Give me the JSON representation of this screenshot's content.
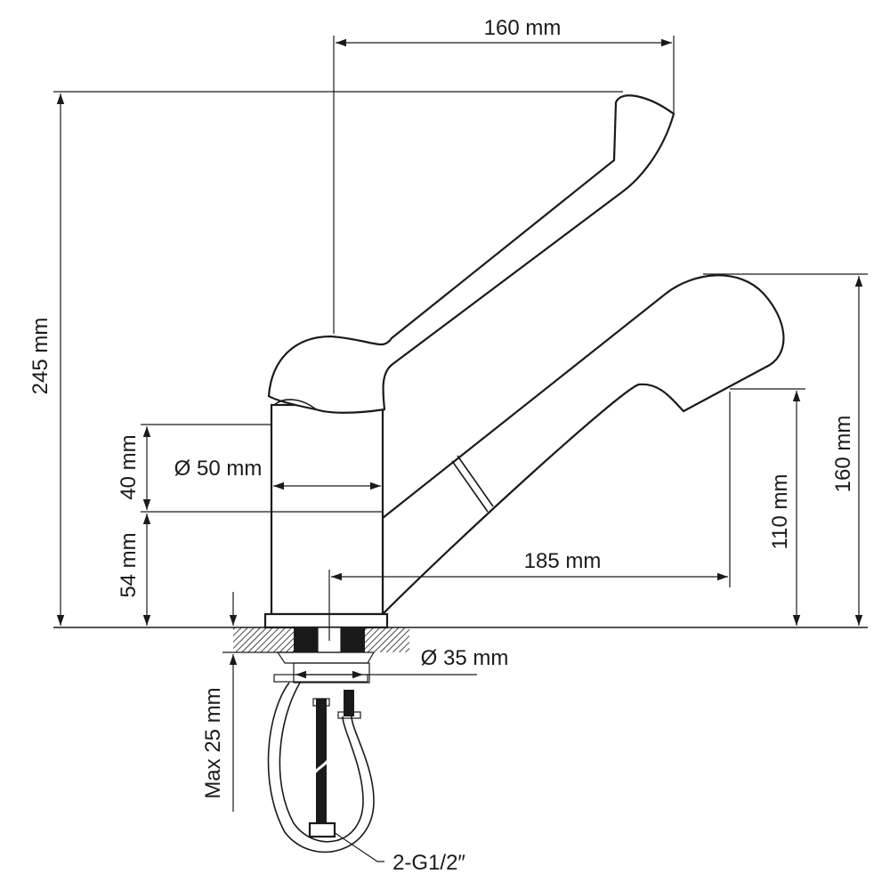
{
  "dimensions": {
    "lever_reach": "160 mm",
    "total_height": "245 mm",
    "spout_height": "160 mm",
    "outlet_height": "110 mm",
    "spout_reach": "185 mm",
    "body_diameter": "Ø 50 mm",
    "upper_body_height": "40 mm",
    "lower_body_height": "54 mm",
    "mount_hole_diameter": "Ø 35 mm",
    "max_counter_thickness": "Max 25 mm",
    "connection": "2-G1/2″"
  }
}
